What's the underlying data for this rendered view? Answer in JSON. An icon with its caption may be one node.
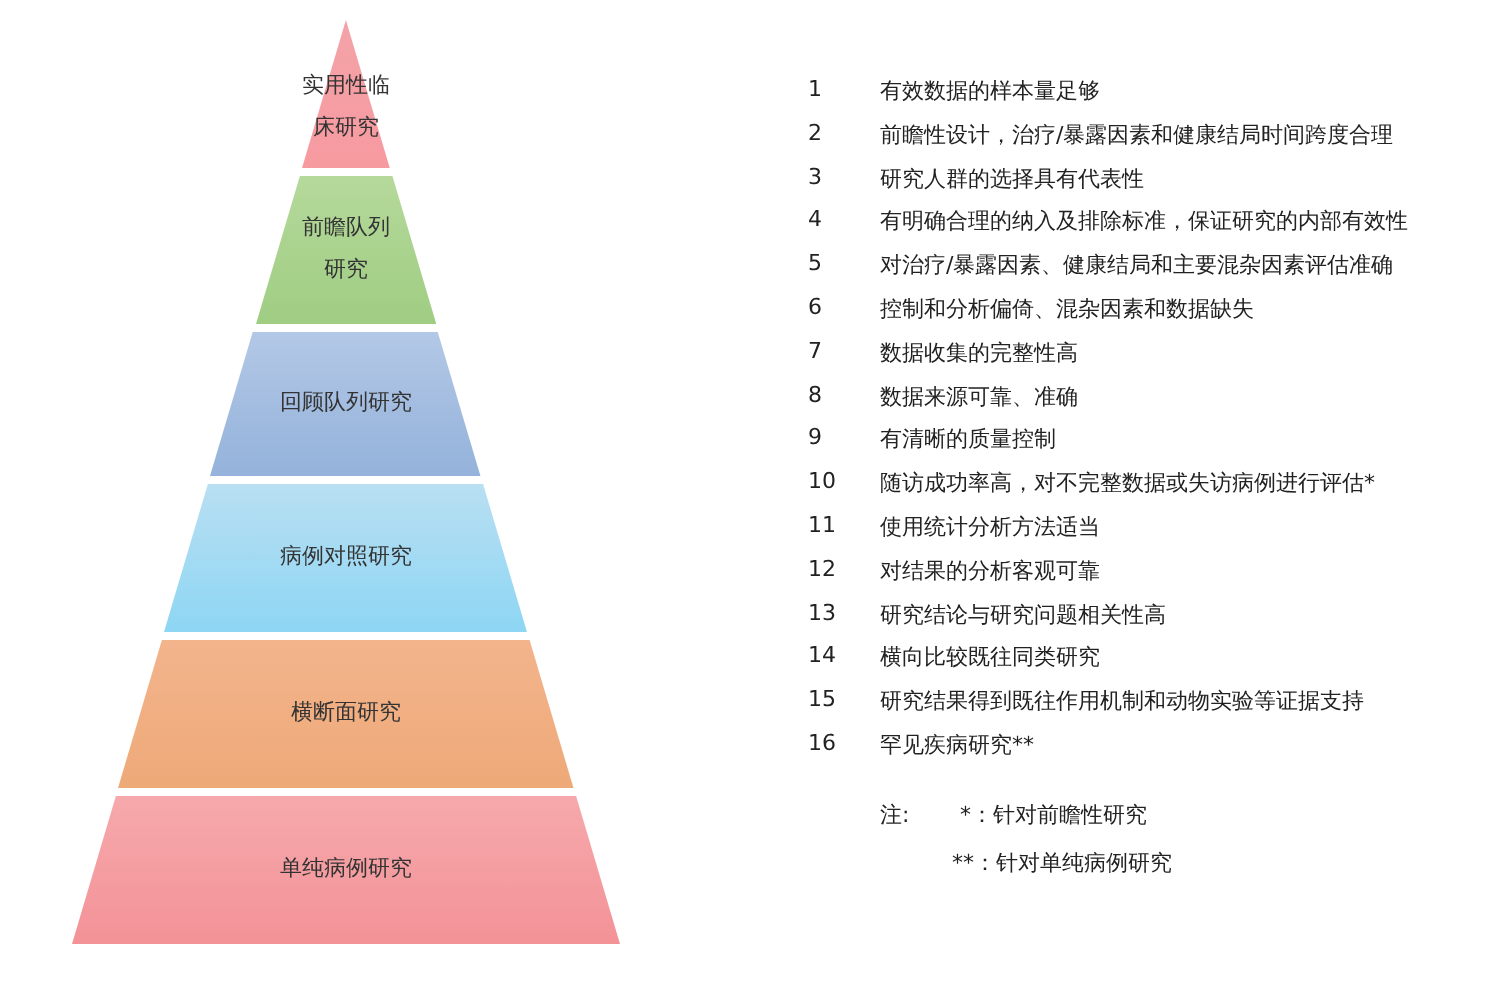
{
  "diagram": {
    "nodes": [
      {
        "text": [
          "实用性临床研究"
        ]
      },
      {
        "text": [
          "前瞻队列研究"
        ]
      },
      {
        "text": [
          "回顾队列研究"
        ]
      },
      {
        "text": [
          "病例对照研究"
        ]
      },
      {
        "text": [
          "横断面研究"
        ]
      },
      {
        "text": [
          "单纯病例研究"
        ]
      }
    ],
    "edges": [],
    "labels": [
      "1",
      "有效数据的样本量足够",
      "2",
      "前瞻性设计，治疗/暴露因素和健康结局时间跨度合理",
      "3",
      "研究人群的选择具有代表性",
      "4",
      "有明确合理的纳入及排除标准，保证研究的内部有效性",
      "5",
      "对治疗/暴露因素、健康结局和主要混杂因素评估准确",
      "6",
      "控制和分析偏倚、混杂因素和数据缺失",
      "7",
      "数据收集的完整性高",
      "8",
      "数据来源可靠、准确",
      "9",
      "有清晰的质量控制",
      "10",
      "随访成功率高，对不完整数据或失访病例进行评估*",
      "11",
      "使用统计分析方法适当",
      "12",
      "对结果的分析客观可靠",
      "13",
      "研究结论与研究问题相关性高",
      "14",
      "横向比较既往同类研究",
      "15",
      "研究结果得到既往作用机制和动物实验等证据支持",
      "16",
      "罕见疾病研究**",
      "注:",
      "*：针对前瞻性研究",
      "**：针对单纯病例研究"
    ]
  }
}
